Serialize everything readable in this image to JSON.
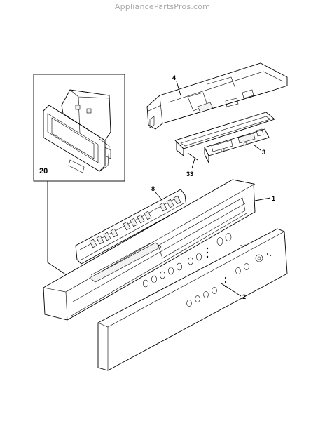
{
  "watermark": "AppliancePartsPros.com",
  "callouts": {
    "inset": "20",
    "bracket": "4",
    "control_board": "3",
    "gasket": "33",
    "switch_board": "8",
    "console": "1",
    "overlay": "2"
  }
}
